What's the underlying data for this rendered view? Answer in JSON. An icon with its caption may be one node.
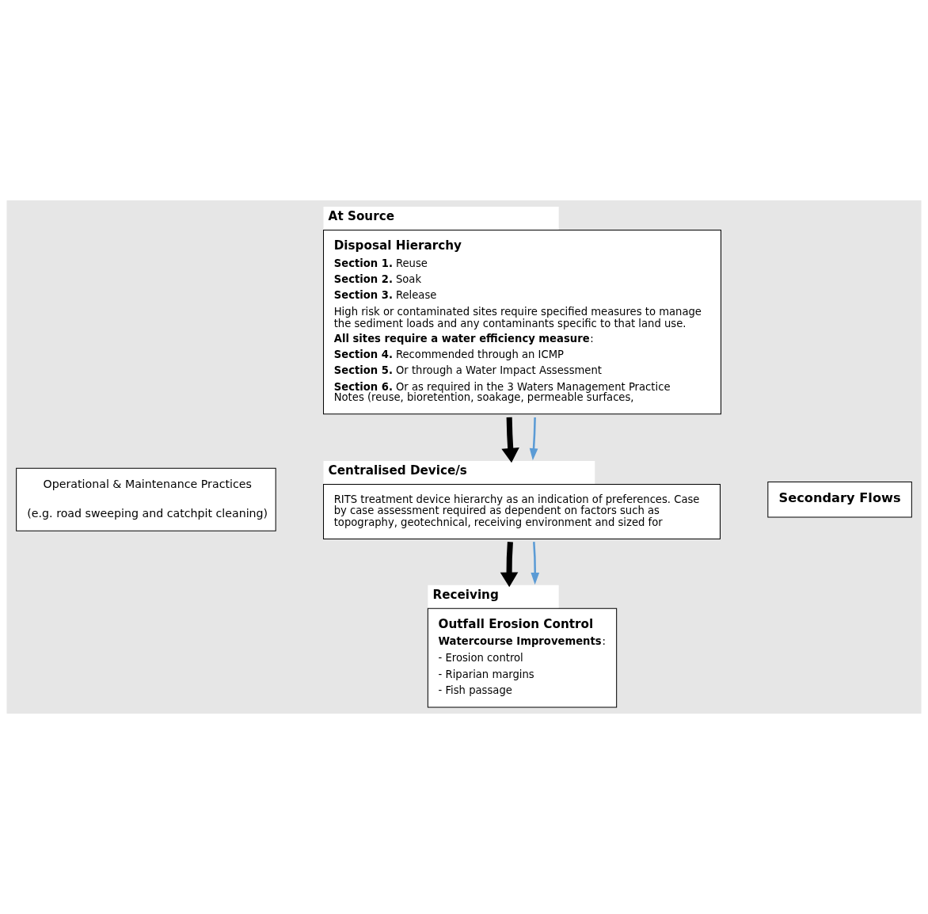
{
  "diagram": {
    "nodes": [
      {
        "text": [
          "Operational & Maintenance Practices",
          "(e.g. road sweeping and catchpit cleaning)"
        ]
      },
      {
        "text": [
          "At Source",
          "Disposal Hierarchy",
          "**Section 1.** Reuse",
          "**Section 2.** Soak",
          "**Section 3.** Release",
          "High risk or contaminated sites require specified measures to manage the sediment loads and any contaminants specific to that land use.",
          "**All sites require a water efficiency measure**:",
          "**Section 4.** Recommended through an ICMP",
          "**Section 5.** Or through a Water Impact Assessment",
          "**Section 6.** Or as required in the 3 Waters Management Practice Notes (reuse, bioretention, soakage, permeable surfaces,"
        ]
      },
      {
        "text": [
          "Centralised Device/s",
          "RITS treatment device hierarchy as an indication of preferences. Case by case assessment required as dependent on factors such as topography, geotechnical, receiving environment and sized for"
        ]
      },
      {
        "text": [
          "Receiving",
          "Outfall Erosion Control",
          "**Watercourse Improvements**:",
          "- Erosion control",
          "- Riparian margins",
          "- Fish passage"
        ]
      },
      {
        "text": [
          "Secondary Flows"
        ]
      }
    ],
    "edges": [
      {
        "from": 1,
        "to": 2,
        "arrow": "to",
        "style": "thick"
      },
      {
        "from": 2,
        "to": 3,
        "arrow": "to",
        "style": "thick"
      },
      {
        "from": 1,
        "to": 2,
        "arrow": "to",
        "color": "#5b9bd5"
      },
      {
        "from": 2,
        "to": 3,
        "arrow": "to",
        "color": "#5b9bd5"
      }
    ]
  }
}
